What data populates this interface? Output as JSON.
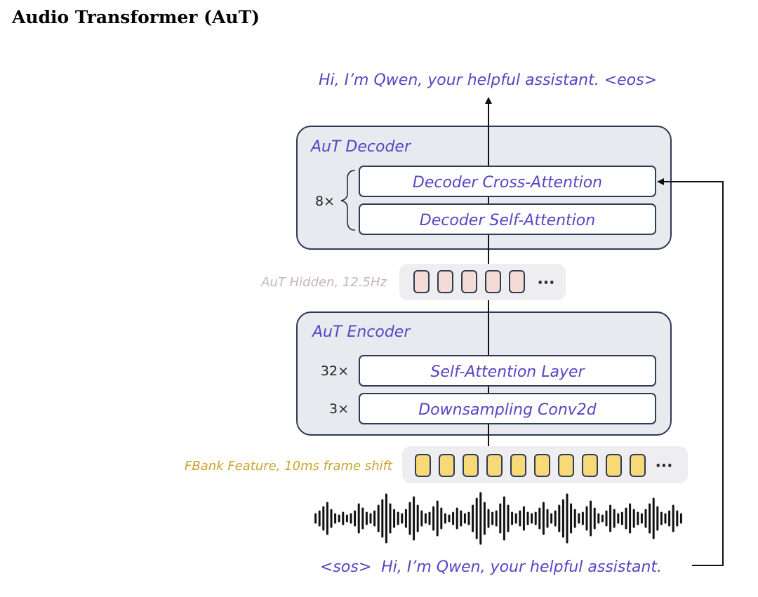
{
  "title": "Audio Transformer (AuT)",
  "output_text": "Hi, I’m Qwen, your helpful assistant. <eos>",
  "input_text": "<sos>  Hi, I’m Qwen, your helpful assistant.",
  "decoder": {
    "title": "AuT Decoder",
    "repeat": "8×",
    "layers": [
      "Decoder Cross-Attention",
      "Decoder Self-Attention"
    ]
  },
  "hidden": {
    "label": "AuT Hidden, 12.5Hz",
    "token_count": 5,
    "ellipsis": "···"
  },
  "encoder": {
    "title": "AuT Encoder",
    "layers": [
      {
        "repeat": "32×",
        "label": "Self-Attention Layer"
      },
      {
        "repeat": "3×",
        "label": "Downsampling Conv2d"
      }
    ]
  },
  "fbank": {
    "label": "FBank Feature, 10ms frame shift",
    "token_count": 10,
    "ellipsis": "···"
  },
  "colors": {
    "text_purple": "#5944c4",
    "box_fill": "#e9eaf0",
    "box_stroke": "#2f3a55",
    "hidden_fill": "#f3dcd5",
    "hidden_text": "#c6b4b7",
    "fbank_fill": "#f8d977",
    "fbank_text": "#c9a32c",
    "strip_fill": "#eeeef0"
  }
}
